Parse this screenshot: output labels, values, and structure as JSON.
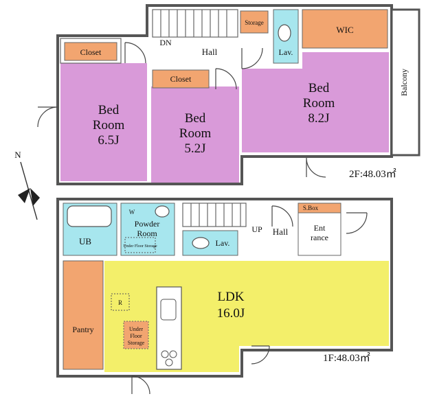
{
  "floor2": {
    "area": "2F:48.03㎡",
    "bedroom1": {
      "line1": "Bed",
      "line2": "Room",
      "line3": "6.5J"
    },
    "bedroom2": {
      "line1": "Bed",
      "line2": "Room",
      "line3": "5.2J"
    },
    "bedroom3": {
      "line1": "Bed",
      "line2": "Room",
      "line3": "8.2J"
    },
    "closet1": "Closet",
    "closet2": "Closet",
    "wic": "WIC",
    "storage": "Storage",
    "lav": "Lav.",
    "hall": "Hall",
    "dn": "DN",
    "balcony": "Balcony"
  },
  "floor1": {
    "area": "1F:48.03㎡",
    "ldk": {
      "line1": "LDK",
      "line2": "16.0J"
    },
    "pantry": "Pantry",
    "ub": "UB",
    "powder": {
      "line1": "Powder",
      "line2": "Room",
      "w": "W",
      "under": "Under Floor Storage"
    },
    "lav": "Lav.",
    "hall": "Hall",
    "up": "UP",
    "entrance": {
      "line1": "Ent",
      "line2": "rance"
    },
    "sbox": "S.Box",
    "under_floor_storage": {
      "line1": "Under",
      "line2": "Floor",
      "line3": "Storage"
    },
    "r": "R"
  },
  "compass": {
    "north": "N"
  },
  "colors": {
    "bedroom": "#d99ad9",
    "closet": "#f2a570",
    "ldk": "#f3ef6a",
    "pantry": "#f2a570",
    "bath": "#a7e6ee",
    "walls": "#555555"
  }
}
